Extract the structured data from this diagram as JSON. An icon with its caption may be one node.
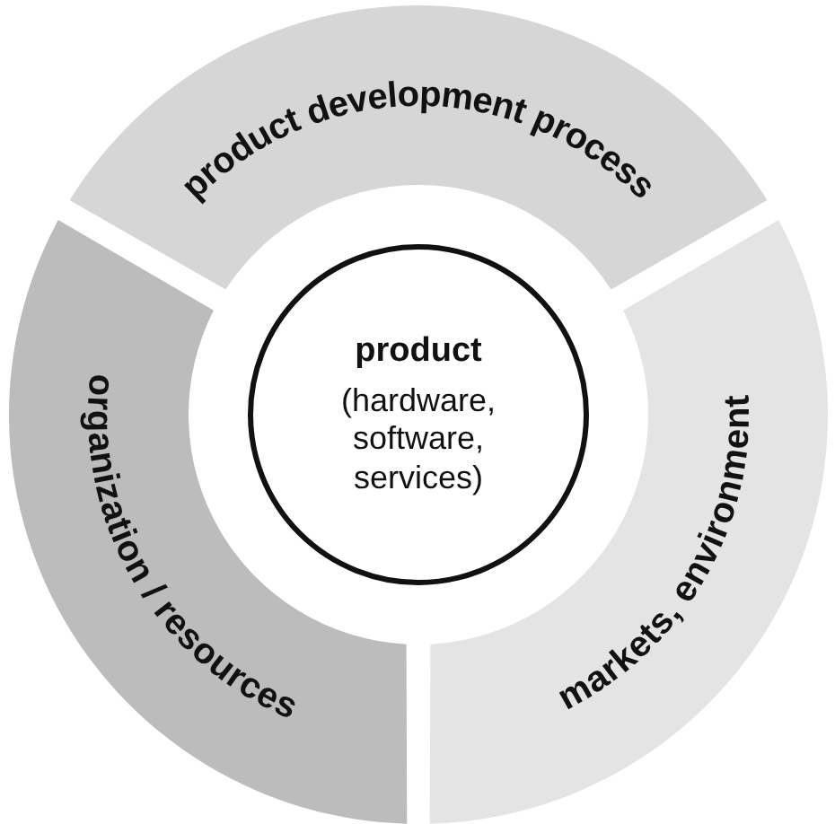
{
  "diagram": {
    "nodes": [
      {
        "text": [
          "product development process"
        ]
      },
      {
        "text": [
          "markets, environment"
        ]
      },
      {
        "text": [
          "organization / resources"
        ]
      },
      {
        "text": [
          "product",
          "(hardware, software, services)"
        ]
      }
    ]
  }
}
